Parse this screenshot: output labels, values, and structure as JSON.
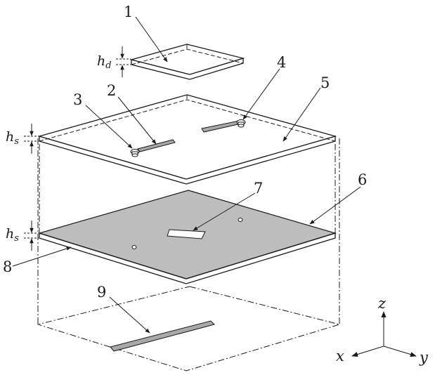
{
  "dimensions": {
    "hd": {
      "main": "h",
      "sub": "d"
    },
    "hs_upper": {
      "main": "h",
      "sub": "s"
    },
    "hs_lower": {
      "main": "h",
      "sub": "s"
    }
  },
  "callouts": [
    "1",
    "2",
    "3",
    "4",
    "5",
    "6",
    "7",
    "8",
    "9"
  ],
  "axes": {
    "z": "z",
    "x": "x",
    "y": "y"
  },
  "colors": {
    "ink": "#1a1a1a",
    "ground_plane": "#bdbdbd",
    "feed_line": "#a8a8a8"
  }
}
